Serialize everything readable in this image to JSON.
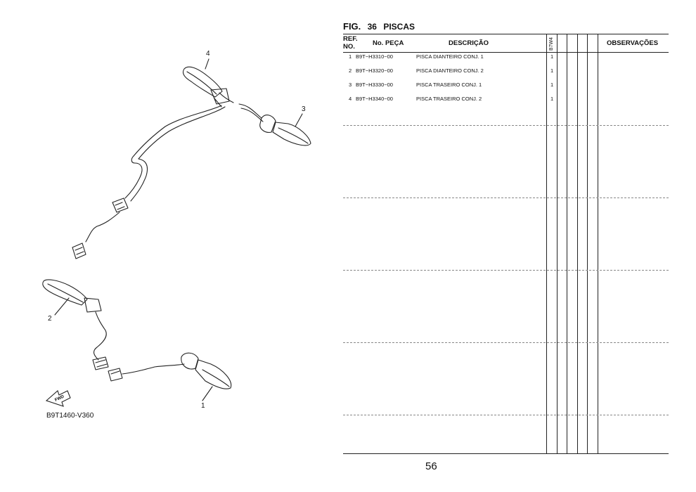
{
  "figure": {
    "label": "FIG.",
    "number": "36",
    "title": "PISCAS"
  },
  "table": {
    "headers": {
      "ref_line1": "REF.",
      "ref_line2": "NO.",
      "part_no": "No. PEÇA",
      "description": "DESCRIÇÃO",
      "model": "B7W4",
      "remarks": "OBSERVAÇÕES"
    },
    "rows": [
      {
        "ref": "1",
        "part_no": "B9T−H3310−00",
        "description": "PISCA DIANTEIRO CONJ. 1",
        "qty": "1"
      },
      {
        "ref": "2",
        "part_no": "B9T−H3320−00",
        "description": "PISCA DIANTEIRO CONJ. 2",
        "qty": "1"
      },
      {
        "ref": "3",
        "part_no": "B9T−H3330−00",
        "description": "PISCA TRASEIRO CONJ. 1",
        "qty": "1"
      },
      {
        "ref": "4",
        "part_no": "B9T−H3340−00",
        "description": "PISCA TRASEIRO CONJ. 2",
        "qty": "1"
      }
    ]
  },
  "diagram": {
    "callouts": [
      "1",
      "2",
      "3",
      "4"
    ],
    "fwd_label": "FWD",
    "code": "B9T1460-V360"
  },
  "page_number": "56"
}
